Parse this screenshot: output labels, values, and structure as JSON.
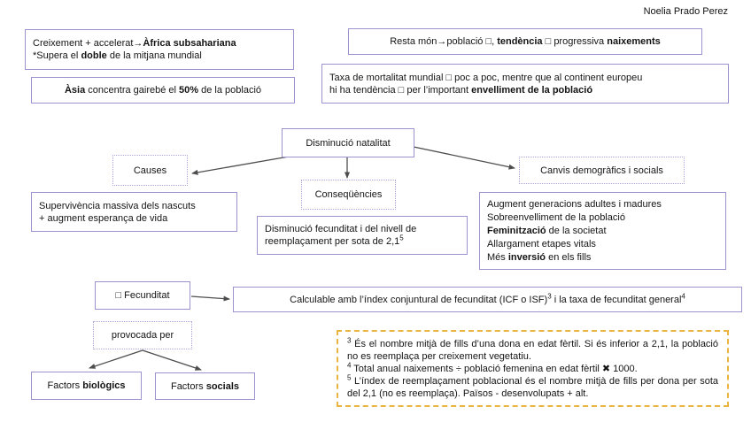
{
  "author": "Noelia Prado Perez",
  "colors": {
    "box_border": "#9a93cf",
    "dotted_border": "#aca5db",
    "footnote_border": "#e9b440",
    "arrow": "#4d4d4d"
  },
  "top_left": {
    "growth_l1a": "Creixement + accelerat→",
    "growth_l1b": "Àfrica subsahariana",
    "growth_l2a": "*Supera el ",
    "growth_l2b": "doble",
    "growth_l2c": " de la mitjana mundial",
    "asia_a": "Àsia",
    "asia_b": " concentra gairebé el ",
    "asia_c": "50%",
    "asia_d": " de la població"
  },
  "top_right": {
    "resta_a": "Resta món→població □, ",
    "resta_b": "tendència",
    "resta_c": " □ progressiva ",
    "resta_d": "naixements",
    "mort_l1": "Taxa de mortalitat mundial □ poc a poc, mentre que al continent europeu",
    "mort_l2a": "hi ha tendència □ per l’important ",
    "mort_l2b": "envelliment de la població"
  },
  "nodes": {
    "natalitat": "Disminució natalitat",
    "causes": "Causes",
    "consequencies": "Conseqüències",
    "canvis": "Canvis demogràfics i socials",
    "provocada": "provocada per",
    "fecunditat": "□ Fecunditat"
  },
  "causes_detail": {
    "l1": "Supervivència massiva dels nascuts",
    "l2": "+ augment esperança de vida"
  },
  "consequencies_detail": {
    "l1": "Disminució fecunditat i del nivell de",
    "l2": "reemplaçament per sota de 2,1",
    "l2_sup": "5"
  },
  "canvis_detail": {
    "l1": "Augment generacions adultes i madures",
    "l2": "Sobreenvelliment de la població",
    "l3a": "Feminització",
    "l3b": " de la societat",
    "l4": "Allargament etapes vitals",
    "l5a": "Més ",
    "l5b": "inversió",
    "l5c": " en els fills"
  },
  "calculable": {
    "a": "Calculable amb l’índex conjuntural de fecunditat (ICF o ISF)",
    "sup1": "3",
    "b": " i la taxa de fecunditat general",
    "sup2": "4"
  },
  "factors": {
    "bio_a": "Factors ",
    "bio_b": "biològics",
    "soc_a": "Factors ",
    "soc_b": "socials"
  },
  "footnotes": {
    "f3_sup": "3",
    "f3_text": " És el nombre mitjà de fills d’una dona en edat fèrtil. Si és inferior a 2,1, la població no es reemplaça per creixement vegetatiu.",
    "f4_sup": "4",
    "f4_text": " Total anual naixements ÷ població femenina en edat fèrtil ✖ 1000.",
    "f5_sup": "5",
    "f5_text": " L’índex de reemplaçament poblacional és el nombre mitjà de fills per dona per sota del 2,1 (no es reemplaça). Països - desenvolupats + alt."
  }
}
